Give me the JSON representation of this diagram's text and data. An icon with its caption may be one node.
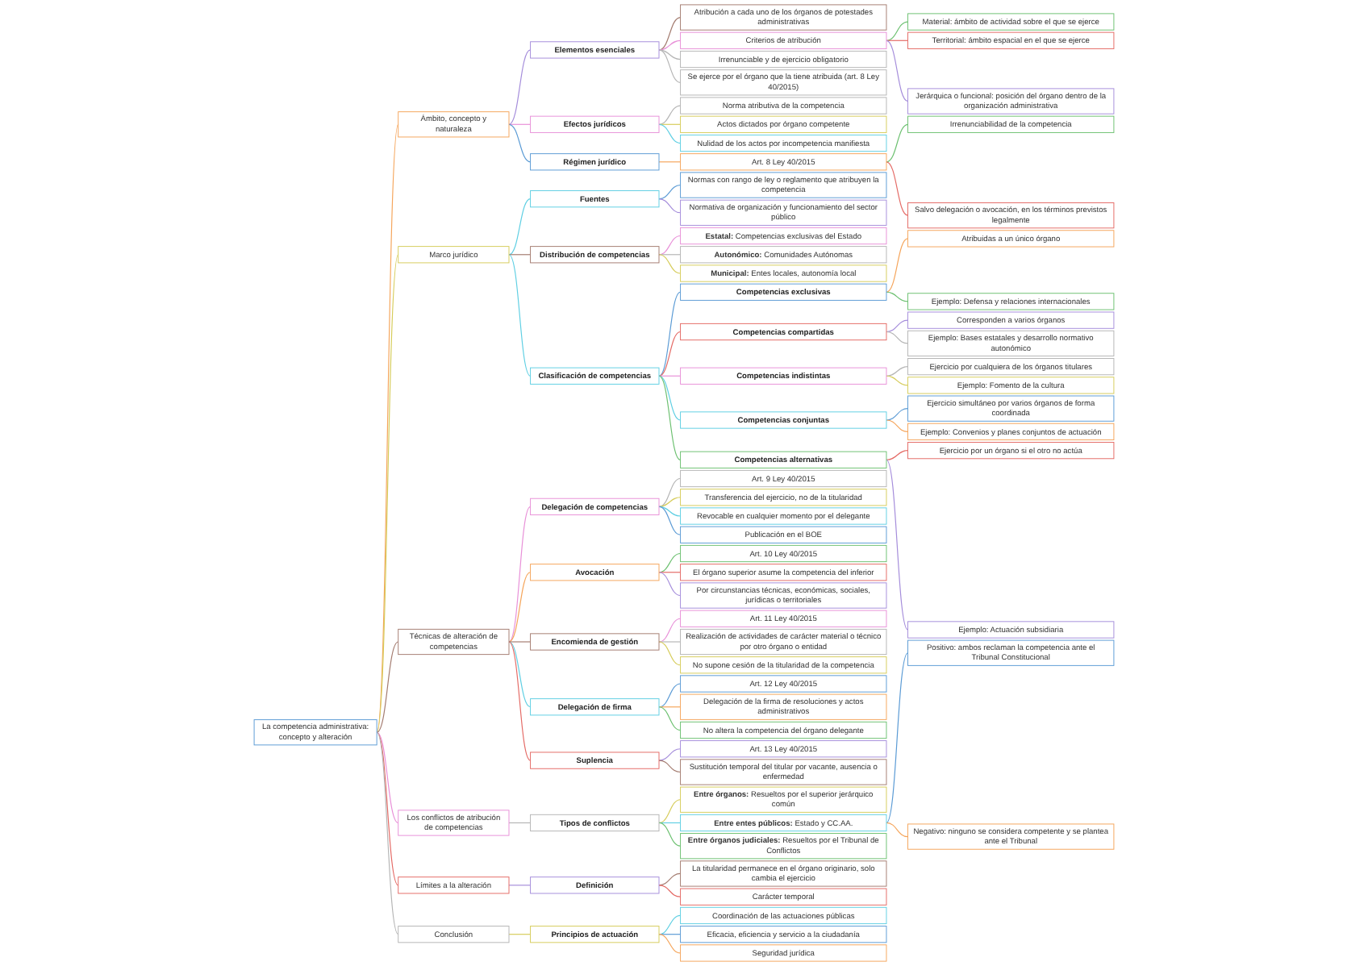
{
  "diagram": {
    "nodes": [
      {
        "text": [
          "La competencia administrativa: concepto y alteración"
        ]
      },
      {
        "text": [
          "Ámbito, concepto y naturaleza"
        ]
      },
      {
        "text": [
          "Elementos esenciales"
        ]
      },
      {
        "text": [
          "Atribución a cada uno de los órganos de potestades administrativas"
        ]
      },
      {
        "text": [
          "Criterios de atribución"
        ]
      },
      {
        "text": [
          "Material: ámbito de actividad sobre el que se ejerce"
        ]
      },
      {
        "text": [
          "Territorial: ámbito espacial en el que se ejerce"
        ]
      },
      {
        "text": [
          "Jerárquica o funcional: posición del órgano dentro de la organización administrativa"
        ]
      },
      {
        "text": [
          "Irrenunciable y de ejercicio obligatorio"
        ]
      },
      {
        "text": [
          "Se ejerce por el órgano que la tiene atribuida (art. 8 Ley 40/2015)"
        ]
      },
      {
        "text": [
          "Efectos jurídicos"
        ]
      },
      {
        "text": [
          "Norma atributiva de la competencia"
        ]
      },
      {
        "text": [
          "Actos dictados por órgano competente"
        ]
      },
      {
        "text": [
          "Nulidad de los actos por incompetencia manifiesta"
        ]
      },
      {
        "text": [
          "Régimen jurídico"
        ]
      },
      {
        "text": [
          "Art. 8 Ley 40/2015"
        ]
      },
      {
        "text": [
          "Irrenunciabilidad de la competencia"
        ]
      },
      {
        "text": [
          "Salvo delegación o avocación, en los términos previstos legalmente"
        ]
      },
      {
        "text": [
          "Marco jurídico"
        ]
      },
      {
        "text": [
          "Fuentes"
        ]
      },
      {
        "text": [
          "Normas con rango de ley o reglamento que atribuyen la competencia"
        ]
      },
      {
        "text": [
          "Normativa de organización y funcionamiento del sector público"
        ]
      },
      {
        "text": [
          "Distribución de competencias"
        ]
      },
      {
        "text": [
          "**Estatal:** Competencias exclusivas del Estado"
        ]
      },
      {
        "text": [
          "**Autonómico:** Comunidades Autónomas"
        ]
      },
      {
        "text": [
          "**Municipal:** Entes locales, autonomía local"
        ]
      },
      {
        "text": [
          "Clasificación de competencias"
        ]
      },
      {
        "text": [
          "Competencias exclusivas"
        ]
      },
      {
        "text": [
          "Atribuidas a un único órgano"
        ]
      },
      {
        "text": [
          "Ejemplo: Defensa y relaciones internacionales"
        ]
      },
      {
        "text": [
          "Competencias compartidas"
        ]
      },
      {
        "text": [
          "Corresponden a varios órganos"
        ]
      },
      {
        "text": [
          "Ejemplo: Bases estatales y desarrollo normativo autonómico"
        ]
      },
      {
        "text": [
          "Competencias indistintas"
        ]
      },
      {
        "text": [
          "Ejercicio por cualquiera de los órganos titulares"
        ]
      },
      {
        "text": [
          "Ejemplo: Fomento de la cultura"
        ]
      },
      {
        "text": [
          "Competencias conjuntas"
        ]
      },
      {
        "text": [
          "Ejercicio simultáneo por varios órganos de forma coordinada"
        ]
      },
      {
        "text": [
          "Ejemplo: Convenios y planes conjuntos de actuación"
        ]
      },
      {
        "text": [
          "Competencias alternativas"
        ]
      },
      {
        "text": [
          "Ejercicio por un órgano si el otro no actúa"
        ]
      },
      {
        "text": [
          "Ejemplo: Actuación subsidiaria"
        ]
      },
      {
        "text": [
          "Técnicas de alteración de competencias"
        ]
      },
      {
        "text": [
          "Delegación de competencias"
        ]
      },
      {
        "text": [
          "Art. 9 Ley 40/2015"
        ]
      },
      {
        "text": [
          "Transferencia del ejercicio, no de la titularidad"
        ]
      },
      {
        "text": [
          "Revocable en cualquier momento por el delegante"
        ]
      },
      {
        "text": [
          "Publicación en el BOE"
        ]
      },
      {
        "text": [
          "Avocación"
        ]
      },
      {
        "text": [
          "Art. 10 Ley 40/2015"
        ]
      },
      {
        "text": [
          "El órgano superior asume la competencia del inferior"
        ]
      },
      {
        "text": [
          "Por circunstancias técnicas, económicas, sociales, jurídicas o territoriales"
        ]
      },
      {
        "text": [
          "Encomienda de gestión"
        ]
      },
      {
        "text": [
          "Art. 11 Ley 40/2015"
        ]
      },
      {
        "text": [
          "Realización de actividades de carácter material o técnico por otro órgano o entidad"
        ]
      },
      {
        "text": [
          "No supone cesión de la titularidad de la competencia"
        ]
      },
      {
        "text": [
          "Delegación de firma"
        ]
      },
      {
        "text": [
          "Art. 12 Ley 40/2015"
        ]
      },
      {
        "text": [
          "Delegación de la firma de resoluciones y actos administrativos"
        ]
      },
      {
        "text": [
          "No altera la competencia del órgano delegante"
        ]
      },
      {
        "text": [
          "Suplencia"
        ]
      },
      {
        "text": [
          "Art. 13 Ley 40/2015"
        ]
      },
      {
        "text": [
          "Sustitución temporal del titular por vacante, ausencia o enfermedad"
        ]
      },
      {
        "text": [
          "Los conflictos de atribución de competencias"
        ]
      },
      {
        "text": [
          "Tipos de conflictos"
        ]
      },
      {
        "text": [
          "**Entre órganos:** Resueltos por el superior jerárquico común"
        ]
      },
      {
        "text": [
          "**Entre entes públicos:** Estado y CC.AA."
        ]
      },
      {
        "text": [
          "Positivo: ambos reclaman la competencia ante el Tribunal Constitucional"
        ]
      },
      {
        "text": [
          "Negativo: ninguno se considera competente y se plantea ante el Tribunal"
        ]
      },
      {
        "text": [
          "**Entre órganos judiciales:** Resueltos por el Tribunal de Conflictos"
        ]
      },
      {
        "text": [
          "Límites a la alteración"
        ]
      },
      {
        "text": [
          "Definición"
        ]
      },
      {
        "text": [
          "La titularidad permanece en el órgano originario, solo cambia el ejercicio"
        ]
      },
      {
        "text": [
          "Carácter temporal"
        ]
      },
      {
        "text": [
          "Conclusión"
        ]
      },
      {
        "text": [
          "Principios de actuación"
        ]
      },
      {
        "text": [
          "Coordinación de las actuaciones públicas"
        ]
      },
      {
        "text": [
          "Eficacia, eficiencia y servicio a la ciudadanía"
        ]
      },
      {
        "text": [
          "Seguridad jurídica"
        ]
      }
    ],
    "edges": [
      {
        "from": 0,
        "to": 1,
        "arrow": "none",
        "color": "#f5a55b"
      },
      {
        "from": 1,
        "to": 2,
        "arrow": "none",
        "color": "#a58ddb"
      },
      {
        "from": 2,
        "to": 3,
        "arrow": "none",
        "color": "#a47c70"
      },
      {
        "from": 2,
        "to": 4,
        "arrow": "none",
        "color": "#e890d8"
      },
      {
        "from": 4,
        "to": 5,
        "arrow": "none",
        "color": "#6cc070"
      },
      {
        "from": 4,
        "to": 6,
        "arrow": "none",
        "color": "#e46a65"
      },
      {
        "from": 4,
        "to": 7,
        "arrow": "none",
        "color": "#a58ddb"
      },
      {
        "from": 2,
        "to": 8,
        "arrow": "none",
        "color": "#b5b5b5"
      },
      {
        "from": 2,
        "to": 9,
        "arrow": "none",
        "color": "#b5b5b5"
      },
      {
        "from": 1,
        "to": 10,
        "arrow": "none",
        "color": "#e890d8"
      },
      {
        "from": 10,
        "to": 11,
        "arrow": "none",
        "color": "#b5b5b5"
      },
      {
        "from": 10,
        "to": 12,
        "arrow": "none",
        "color": "#d6cc5a"
      },
      {
        "from": 10,
        "to": 13,
        "arrow": "none",
        "color": "#5fcfe3"
      },
      {
        "from": 1,
        "to": 14,
        "arrow": "none",
        "color": "#5b9bd5"
      },
      {
        "from": 14,
        "to": 15,
        "arrow": "none",
        "color": "#f5a55b"
      },
      {
        "from": 15,
        "to": 16,
        "arrow": "none",
        "color": "#6cc070"
      },
      {
        "from": 15,
        "to": 17,
        "arrow": "none",
        "color": "#e46a65"
      },
      {
        "from": 0,
        "to": 18,
        "arrow": "none",
        "color": "#d6cc5a"
      },
      {
        "from": 18,
        "to": 19,
        "arrow": "none",
        "color": "#5fcfe3"
      },
      {
        "from": 19,
        "to": 20,
        "arrow": "none",
        "color": "#5b9bd5"
      },
      {
        "from": 19,
        "to": 21,
        "arrow": "none",
        "color": "#a58ddb"
      },
      {
        "from": 18,
        "to": 22,
        "arrow": "none",
        "color": "#a47c70"
      },
      {
        "from": 22,
        "to": 23,
        "arrow": "none",
        "color": "#e890d8"
      },
      {
        "from": 22,
        "to": 24,
        "arrow": "none",
        "color": "#b5b5b5"
      },
      {
        "from": 22,
        "to": 25,
        "arrow": "none",
        "color": "#d6cc5a"
      },
      {
        "from": 18,
        "to": 26,
        "arrow": "none",
        "color": "#5fcfe3"
      },
      {
        "from": 26,
        "to": 27,
        "arrow": "none",
        "color": "#5b9bd5"
      },
      {
        "from": 27,
        "to": 28,
        "arrow": "none",
        "color": "#f5a55b"
      },
      {
        "from": 27,
        "to": 29,
        "arrow": "none",
        "color": "#6cc070"
      },
      {
        "from": 26,
        "to": 30,
        "arrow": "none",
        "color": "#e46a65"
      },
      {
        "from": 30,
        "to": 31,
        "arrow": "none",
        "color": "#a58ddb"
      },
      {
        "from": 30,
        "to": 32,
        "arrow": "none",
        "color": "#b5b5b5"
      },
      {
        "from": 26,
        "to": 33,
        "arrow": "none",
        "color": "#e890d8"
      },
      {
        "from": 33,
        "to": 34,
        "arrow": "none",
        "color": "#b5b5b5"
      },
      {
        "from": 33,
        "to": 35,
        "arrow": "none",
        "color": "#d6cc5a"
      },
      {
        "from": 26,
        "to": 36,
        "arrow": "none",
        "color": "#5fcfe3"
      },
      {
        "from": 36,
        "to": 37,
        "arrow": "none",
        "color": "#5b9bd5"
      },
      {
        "from": 36,
        "to": 38,
        "arrow": "none",
        "color": "#f5a55b"
      },
      {
        "from": 26,
        "to": 39,
        "arrow": "none",
        "color": "#6cc070"
      },
      {
        "from": 39,
        "to": 40,
        "arrow": "none",
        "color": "#e46a65"
      },
      {
        "from": 39,
        "to": 41,
        "arrow": "none",
        "color": "#a58ddb"
      },
      {
        "from": 0,
        "to": 42,
        "arrow": "none",
        "color": "#a47c70"
      },
      {
        "from": 42,
        "to": 43,
        "arrow": "none",
        "color": "#e890d8"
      },
      {
        "from": 43,
        "to": 44,
        "arrow": "none",
        "color": "#b5b5b5"
      },
      {
        "from": 43,
        "to": 45,
        "arrow": "none",
        "color": "#d6cc5a"
      },
      {
        "from": 43,
        "to": 46,
        "arrow": "none",
        "color": "#5fcfe3"
      },
      {
        "from": 43,
        "to": 47,
        "arrow": "none",
        "color": "#5b9bd5"
      },
      {
        "from": 42,
        "to": 48,
        "arrow": "none",
        "color": "#f5a55b"
      },
      {
        "from": 48,
        "to": 49,
        "arrow": "none",
        "color": "#6cc070"
      },
      {
        "from": 48,
        "to": 50,
        "arrow": "none",
        "color": "#e46a65"
      },
      {
        "from": 48,
        "to": 51,
        "arrow": "none",
        "color": "#a58ddb"
      },
      {
        "from": 42,
        "to": 52,
        "arrow": "none",
        "color": "#a47c70"
      },
      {
        "from": 52,
        "to": 53,
        "arrow": "none",
        "color": "#e890d8"
      },
      {
        "from": 52,
        "to": 54,
        "arrow": "none",
        "color": "#b5b5b5"
      },
      {
        "from": 52,
        "to": 55,
        "arrow": "none",
        "color": "#d6cc5a"
      },
      {
        "from": 42,
        "to": 56,
        "arrow": "none",
        "color": "#5fcfe3"
      },
      {
        "from": 56,
        "to": 57,
        "arrow": "none",
        "color": "#5b9bd5"
      },
      {
        "from": 56,
        "to": 58,
        "arrow": "none",
        "color": "#f5a55b"
      },
      {
        "from": 56,
        "to": 59,
        "arrow": "none",
        "color": "#6cc070"
      },
      {
        "from": 42,
        "to": 60,
        "arrow": "none",
        "color": "#e46a65"
      },
      {
        "from": 60,
        "to": 61,
        "arrow": "none",
        "color": "#a58ddb"
      },
      {
        "from": 60,
        "to": 62,
        "arrow": "none",
        "color": "#a47c70"
      },
      {
        "from": 0,
        "to": 63,
        "arrow": "none",
        "color": "#e890d8"
      },
      {
        "from": 63,
        "to": 64,
        "arrow": "none",
        "color": "#b5b5b5"
      },
      {
        "from": 64,
        "to": 65,
        "arrow": "none",
        "color": "#d6cc5a"
      },
      {
        "from": 64,
        "to": 66,
        "arrow": "none",
        "color": "#5fcfe3"
      },
      {
        "from": 66,
        "to": 67,
        "arrow": "none",
        "color": "#5b9bd5"
      },
      {
        "from": 66,
        "to": 68,
        "arrow": "none",
        "color": "#f5a55b"
      },
      {
        "from": 64,
        "to": 69,
        "arrow": "none",
        "color": "#6cc070"
      },
      {
        "from": 0,
        "to": 70,
        "arrow": "none",
        "color": "#e46a65"
      },
      {
        "from": 70,
        "to": 71,
        "arrow": "none",
        "color": "#a58ddb"
      },
      {
        "from": 71,
        "to": 72,
        "arrow": "none",
        "color": "#a47c70"
      },
      {
        "from": 71,
        "to": 73,
        "arrow": "none",
        "color": "#e46a65"
      },
      {
        "from": 0,
        "to": 74,
        "arrow": "none",
        "color": "#b5b5b5"
      },
      {
        "from": 74,
        "to": 75,
        "arrow": "none",
        "color": "#d6cc5a"
      },
      {
        "from": 75,
        "to": 76,
        "arrow": "none",
        "color": "#5fcfe3"
      },
      {
        "from": 75,
        "to": 77,
        "arrow": "none",
        "color": "#5b9bd5"
      },
      {
        "from": 75,
        "to": 78,
        "arrow": "none",
        "color": "#f5a55b"
      }
    ]
  }
}
